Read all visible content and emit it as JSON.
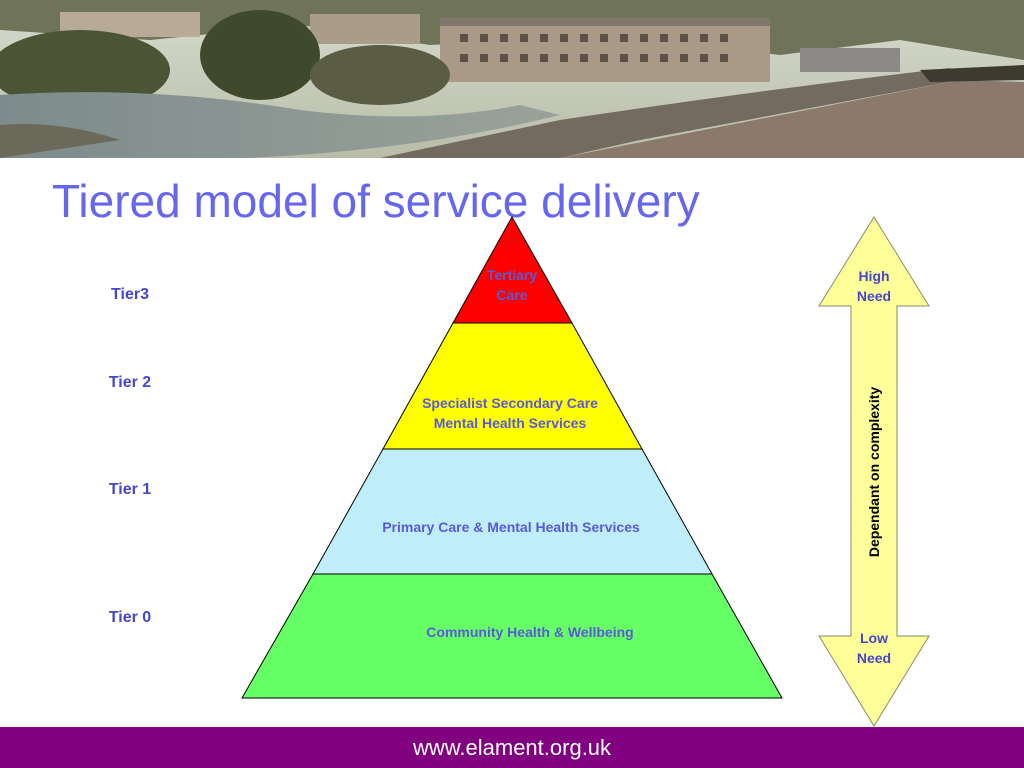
{
  "title": "Tiered model of service delivery",
  "tiers": {
    "tier3": "Tier3",
    "tier2": "Tier 2",
    "tier1": "Tier 1",
    "tier0": "Tier 0"
  },
  "pyramid": {
    "top": {
      "line1": "Tertiary",
      "line2": "Care",
      "color": "#ff0000"
    },
    "second": {
      "line1": "Specialist Secondary Care",
      "line2": "Mental Health Services",
      "color": "#ffff00"
    },
    "third": {
      "line1": "Primary Care & Mental Health Services",
      "color": "#bfeefa"
    },
    "base": {
      "line1": "Community Health & Wellbeing",
      "color": "#66ff66"
    }
  },
  "arrow": {
    "high_line1": "High",
    "high_line2": "Need",
    "low_line1": "Low",
    "low_line2": "Need",
    "label": "Dependant on complexity",
    "color": "#ffff99"
  },
  "footer": {
    "url": "www.elament.org.uk",
    "color": "#800080"
  }
}
